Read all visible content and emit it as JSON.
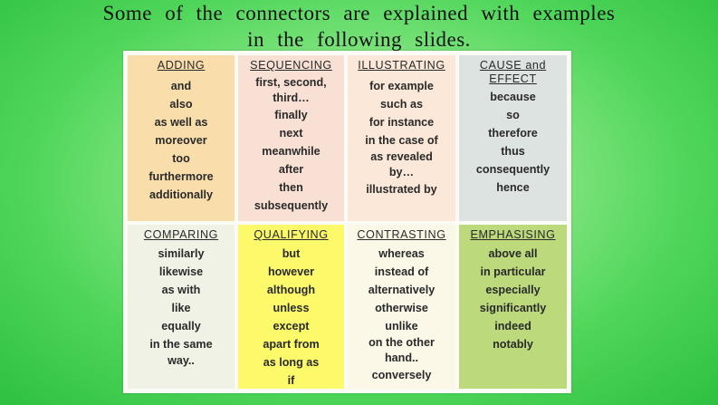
{
  "slide": {
    "title_line1": "Some of the connectors are explained with examples",
    "title_line2": "in the following slides."
  },
  "colors": {
    "adding": "#f9deac",
    "sequencing": "#f8e0d5",
    "illustrating": "#fbe8d8",
    "cause": "#dde3e1",
    "comparing": "#f0f2e6",
    "qualifying": "#fcf96a",
    "contrasting": "#fbf8e8",
    "emphasising": "#bcd97b"
  },
  "table": {
    "adding": {
      "header": "ADDING",
      "items": [
        "and",
        "also",
        "as well as",
        "moreover",
        "too",
        "furthermore",
        "additionally"
      ]
    },
    "sequencing": {
      "header": "SEQUENCING",
      "items": [
        "first, second,",
        "third…",
        "finally",
        "next",
        "meanwhile",
        "after",
        "then",
        "subsequently"
      ]
    },
    "illustrating": {
      "header": "ILLUSTRATING",
      "items": [
        "for example",
        "such as",
        "for instance",
        "in the case of",
        "as revealed",
        "by…",
        "illustrated by"
      ]
    },
    "cause": {
      "header_line1": "CAUSE and",
      "header_line2": "EFFECT",
      "items": [
        "because",
        "so",
        "therefore",
        "thus",
        "consequently",
        "hence"
      ]
    },
    "comparing": {
      "header": "COMPARING",
      "items": [
        "similarly",
        "likewise",
        "as with",
        "like",
        "equally",
        "in the same",
        "way.."
      ]
    },
    "qualifying": {
      "header": "QUALIFYING",
      "items": [
        "but",
        "however",
        "although",
        "unless",
        "except",
        "apart from",
        "as long as",
        "if"
      ]
    },
    "contrasting": {
      "header": "CONTRASTING",
      "items": [
        "whereas",
        "instead of",
        "alternatively",
        "otherwise",
        "unlike",
        "on the other",
        "hand..",
        "conversely"
      ]
    },
    "emphasising": {
      "header": "EMPHASISING",
      "items": [
        "above all",
        "in particular",
        "especially",
        "significantly",
        "indeed",
        "notably"
      ]
    }
  }
}
